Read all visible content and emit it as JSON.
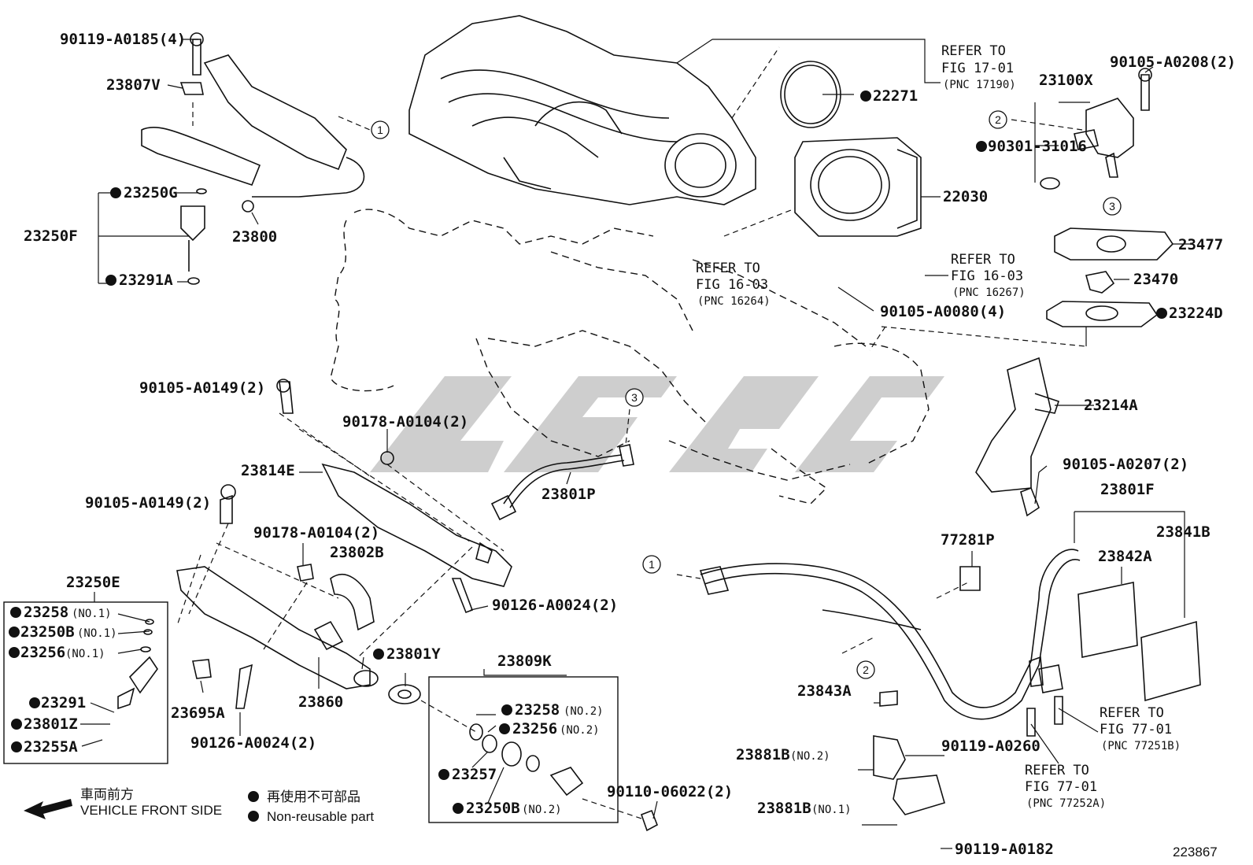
{
  "parts": {
    "p90119_A0185": "90119-A0185(4)",
    "p23807V": "23807V",
    "p23250G": "23250G",
    "p23250F": "23250F",
    "p23291A": "23291A",
    "p23800": "23800",
    "p22271": "22271",
    "p22030": "22030",
    "p23100X": "23100X",
    "p90105_A0208": "90105-A0208(2)",
    "p90301_31016": "90301-31016",
    "p23477": "23477",
    "p23470": "23470",
    "p23224D": "23224D",
    "p90105_A0080": "90105-A0080(4)",
    "p23214A": "23214A",
    "p90105_A0207": "90105-A0207(2)",
    "p23801F": "23801F",
    "p23841B": "23841B",
    "p23842A": "23842A",
    "p77281P": "77281P",
    "p23843A": "23843A",
    "p90119_A0260": "90119-A0260",
    "p23881B_2": "23881B",
    "p23881B_1": "23881B",
    "p90119_A0182": "90119-A0182",
    "p90105_A0149_top": "90105-A0149(2)",
    "p90178_A0104_top": "90178-A0104(2)",
    "p23814E": "23814E",
    "p23801P": "23801P",
    "p90105_A0149_mid": "90105-A0149(2)",
    "p90178_A0104_mid": "90178-A0104(2)",
    "p23802B": "23802B",
    "p90126_A0024_r": "90126-A0024(2)",
    "p23250E": "23250E",
    "p23258_1": "23258",
    "p23250B_1": "23250B",
    "p23256_1": "23256",
    "p23291": "23291",
    "p23801Z": "23801Z",
    "p23255A": "23255A",
    "p23695A": "23695A",
    "p90126_A0024_l": "90126-A0024(2)",
    "p23860": "23860",
    "p23801Y": "23801Y",
    "p23809K": "23809K",
    "p23258_2": "23258",
    "p23256_2": "23256",
    "p23257": "23257",
    "p23250B_2": "23250B",
    "p90110_06022": "90110-06022(2)"
  },
  "qualifiers": {
    "no1": "(NO.1)",
    "no2": "(NO.2)"
  },
  "refs": {
    "r17_01": {
      "line1": "REFER TO",
      "line2": "FIG 17-01",
      "pnc": "(PNC 17190)"
    },
    "r16_03a": {
      "line1": "REFER TO",
      "line2": "FIG 16-03",
      "pnc": "(PNC 16264)"
    },
    "r16_03b": {
      "line1": "REFER TO",
      "line2": "FIG 16-03",
      "pnc": "(PNC 16267)"
    },
    "r77_01a": {
      "line1": "REFER TO",
      "line2": "FIG 77-01",
      "pnc": "(PNC 77251B)"
    },
    "r77_01b": {
      "line1": "REFER TO",
      "line2": "FIG 77-01",
      "pnc": "(PNC 77252A)"
    }
  },
  "callouts": {
    "c1": "1",
    "c2": "2",
    "c3": "3"
  },
  "legend": {
    "front_jp": "車両前方",
    "front_en": "VEHICLE FRONT SIDE",
    "nonreuse_jp": "再使用不可部品",
    "nonreuse_en": "Non-reusable part"
  },
  "figure_number": "223867",
  "watermark_color": "#c6c6c6"
}
